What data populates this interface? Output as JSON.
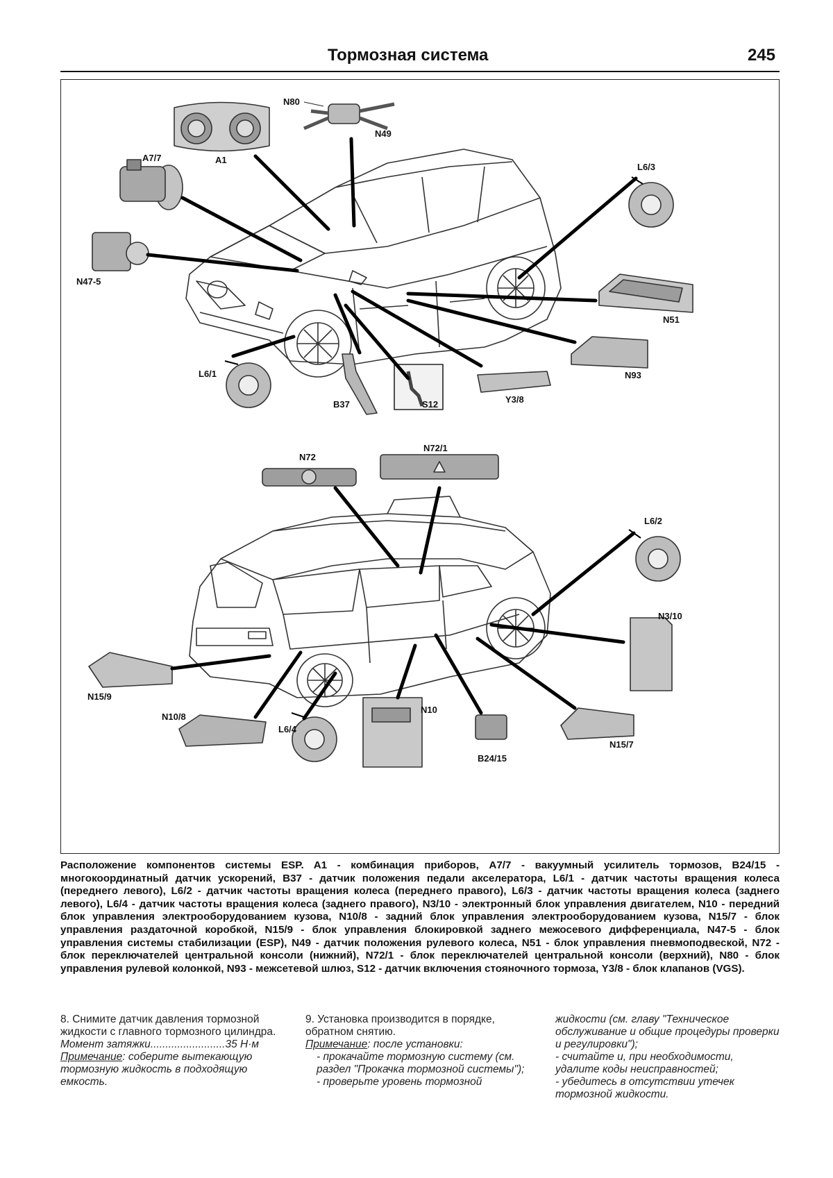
{
  "header": {
    "title": "Тормозная система",
    "page_number": "245"
  },
  "labels": {
    "N80": "N80",
    "A1": "A1",
    "N49": "N49",
    "A7_7": "A7/7",
    "L6_3": "L6/3",
    "N47_5": "N47-5",
    "N51": "N51",
    "N93": "N93",
    "L6_1": "L6/1",
    "B37": "B37",
    "S12": "S12",
    "Y3_8": "Y3/8",
    "N72": "N72",
    "N72_1": "N72/1",
    "L6_2": "L6/2",
    "N3_10": "N3/10",
    "N15_9": "N15/9",
    "N10_8": "N10/8",
    "N10": "N10",
    "L6_4": "L6/4",
    "B24_15": "B24/15",
    "N15_7": "N15/7"
  },
  "caption": "Расположение компонентов системы ESP. A1 - комбинация приборов, A7/7 - вакуумный усилитель тормозов, B24/15 - многокоординатный датчик ускорений, B37 - датчик положения педали акселератора, L6/1 - датчик частоты вращения колеса (переднего левого), L6/2 - датчик частоты вращения колеса (переднего правого), L6/3 - датчик частоты вращения колеса (заднего левого), L6/4 - датчик частоты вращения колеса (заднего правого), N3/10 - электронный блок управления двигателем, N10 - передний блок управления электрооборудованием кузова, N10/8 - задний блок управления электрооборудованием кузова, N15/7 - блок управления раздаточной коробкой, N15/9 - блок управления блокировкой заднего межосевого дифференциала, N47-5 - блок управления системы стабилизации (ESP), N49 - датчик положения рулевого колеса, N51 - блок управления пневмоподвеской, N72 - блок переключателей центральной консоли (нижний), N72/1 - блок переключателей центральной консоли (верхний), N80 - блок управления рулевой колонкой, N93 - межсетевой шлюз, S12 - датчик включения стояночного тормоза, Y3/8 - блок клапанов (VGS).",
  "col1": {
    "step": "8. Снимите датчик давления тормозной жидкости с главного тормозного цилиндра.",
    "torque_label": "Момент затяжки",
    "torque_dots": ".........................",
    "torque_value": "35 Н·м",
    "note_label": "Примечание",
    "note_text": ": соберите вытекающую тормозную жидкость в подходящую емкость."
  },
  "col2": {
    "step": "9. Установка производится в порядке, обратном снятию.",
    "note_label": "Примечание",
    "note_text": ": после установки:",
    "item1": "- прокачайте тормозную систему (см. раздел \"Прокачка тормозной системы\");",
    "item2": "- проверьте уровень тормозной"
  },
  "col3": {
    "cont": "жидкости (см. главу \"Техническое обслуживание и общие процедуры проверки и регулировки\");",
    "item3": "- считайте и, при необходимости, удалите коды неисправностей;",
    "item4": "- убедитесь в отсутствии утечек тормозной жидкости."
  }
}
